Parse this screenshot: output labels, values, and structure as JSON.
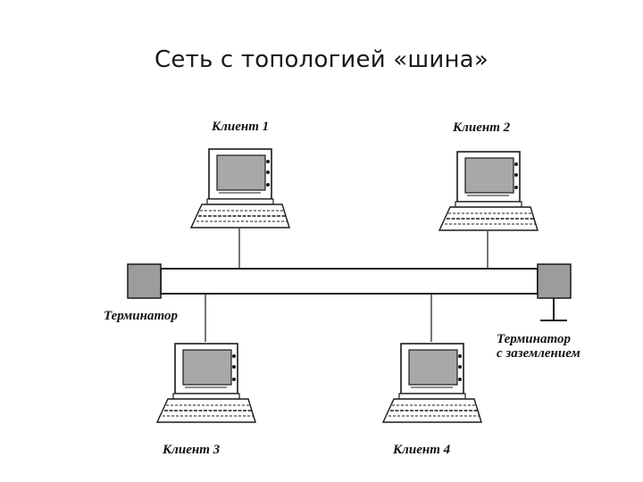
{
  "title": "Сеть с топологией «шина»",
  "clients": [
    {
      "label": "Клиент 1"
    },
    {
      "label": "Клиент 2"
    },
    {
      "label": "Клиент 3"
    },
    {
      "label": "Клиент 4"
    }
  ],
  "terminator": {
    "label": "Терминатор"
  },
  "grounded_terminator": {
    "line1": "Терминатор",
    "line2": "с заземлением"
  },
  "colors": {
    "terminator_fill": "#9c9c9c",
    "screen_fill": "#a8a8a8",
    "line": "#1a1a1a"
  }
}
